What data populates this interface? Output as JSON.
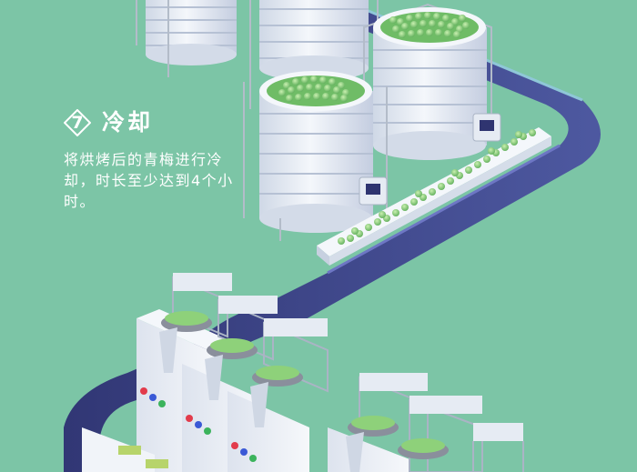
{
  "step": {
    "number": "7",
    "title": "冷却",
    "description": "将烘烤后的青梅进行冷却，时长至少达到4个小时。"
  },
  "colors": {
    "background": "#7cc5a6",
    "plum_green": "#8ed17a",
    "machine_white": "#e9eef5",
    "belt_dark": "#3a3f86",
    "text": "#ffffff"
  }
}
